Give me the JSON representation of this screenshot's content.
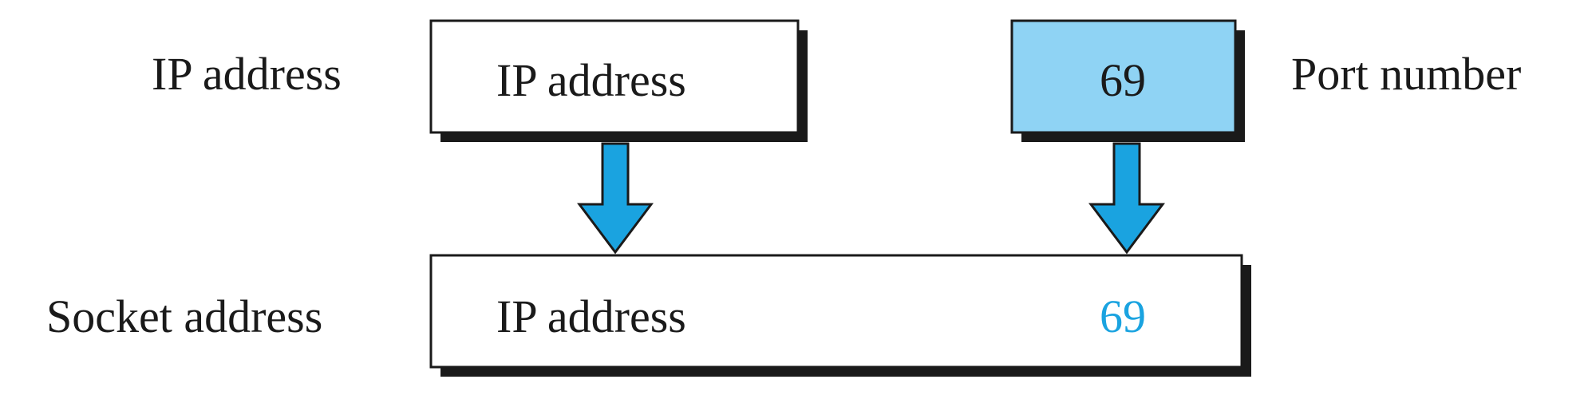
{
  "labels": {
    "ip_address_left": "IP address",
    "port_number_right": "Port number",
    "socket_address_left": "Socket address"
  },
  "ip_box": {
    "text": "IP address"
  },
  "port_box": {
    "text": "69"
  },
  "socket_box": {
    "ip_text": "IP address",
    "port_text": "69"
  },
  "colors": {
    "port_box_fill": "#8fd3f4",
    "arrow_fill": "#1aa3e0",
    "socket_port_text": "#1aa3e0",
    "box_border": "#1a1a1a",
    "box_shadow": "#1a1a1a"
  }
}
